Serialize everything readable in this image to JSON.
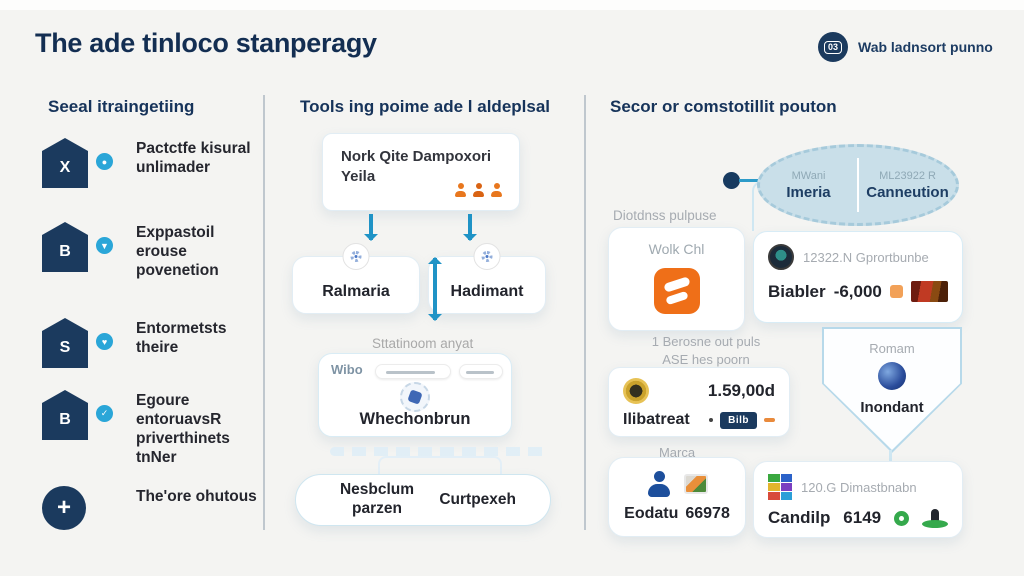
{
  "header": {
    "title": "The ade tinloco stanperagy",
    "logo_badge": "03",
    "brand_text": "Wab ladnsort punno"
  },
  "columns": {
    "left": {
      "heading": "Seeal itraingetiing",
      "items": [
        {
          "letter": "X",
          "badge_glyph": "●",
          "text": "Pactctfe kisural unlimader"
        },
        {
          "letter": "B",
          "badge_glyph": "▼",
          "text": "Exppastoil erouse povenetion"
        },
        {
          "letter": "S",
          "badge_glyph": "♥",
          "text": "Entormetsts theire"
        },
        {
          "letter": "B",
          "badge_glyph": "✓",
          "text": "Egoure entoruavsR priverthinets tnNer"
        },
        {
          "letter": "+",
          "text": "The'ore ohutous"
        }
      ]
    },
    "middle": {
      "heading": "Tools ing poime ade l aldeplsal",
      "top_card": {
        "line1": "Nork Qite Dampoxori",
        "line2": "Yeila"
      },
      "branch_left": "Ralmaria",
      "branch_right": "Hadimant",
      "flow_label": "Sttatinoom anyat",
      "detail_card": {
        "corner": "Wibo",
        "title": "Whechonbrun"
      },
      "bottom_left": "Nesbclum parzen",
      "bottom_right": "Curtpexeh"
    },
    "right": {
      "heading": "Secor or comstotillit pouton",
      "bubble": {
        "top_left": "MWani",
        "main_left": "Imeria",
        "top_right": "ML23922 R",
        "main_right": "Canneution"
      },
      "group1_label": "Diotdnss pulpuse",
      "wolk_card": {
        "title": "Wolk Chl"
      },
      "biabler_card": {
        "subtitle": "12322.N Gprortbunbe",
        "name": "Biabler",
        "value": "-6,000"
      },
      "group2_label_line1": "1 Berosne out puls",
      "group2_label_line2": "ASE hes poorn",
      "ilibatreat_card": {
        "value": "1.59,00d",
        "name": "Ilibatreat",
        "badge": "Bilb"
      },
      "funnel": {
        "label": "Romam",
        "name": "Inondant"
      },
      "group3_label": "Marca",
      "eodatu_card": {
        "name": "Eodatu",
        "value": "66978"
      },
      "candilp_card": {
        "subtitle": "120.G Dimastbnabn",
        "name": "Candilp",
        "value": "6149"
      }
    }
  },
  "colors": {
    "navy": "#16335a",
    "arrow_blue": "#1f93c6",
    "orange": "#ef6f18",
    "bubble_fill": "#c9dfe9"
  }
}
